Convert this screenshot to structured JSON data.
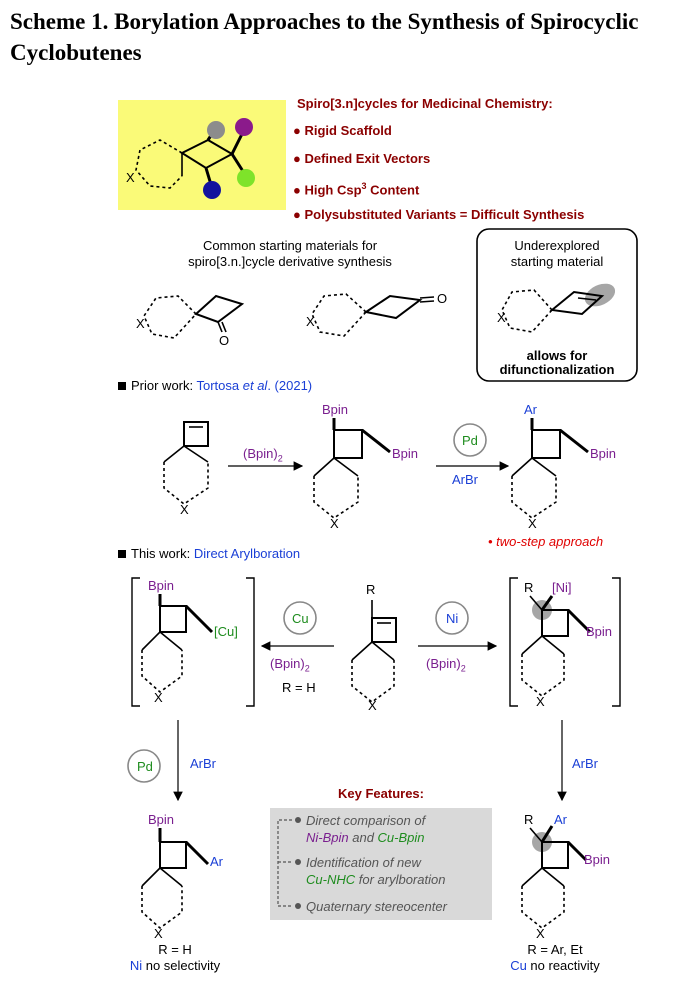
{
  "title": "Scheme 1. Borylation Approaches to the Synthesis of Spirocyclic Cyclobutenes",
  "header_box": {
    "heading": "Spiro[3.n]cycles for Medicinal Chemistry:",
    "bullets": [
      "Rigid Scaffold",
      "Defined Exit Vectors",
      "High Csp",
      "Content",
      "Polysubstituted Variants = Difficult Synthesis"
    ],
    "sup3": "3",
    "x_label": "X"
  },
  "starting": {
    "common_line1": "Common starting materials for",
    "common_line2": "spiro[3.n.]cycle derivative synthesis",
    "under_line1": "Underexplored",
    "under_line2": "starting material",
    "allows_line1": "allows for",
    "allows_line2": "difunctionalization",
    "o": "O",
    "x": "X"
  },
  "prior": {
    "prefix": "Prior work: ",
    "author": "Tortosa ",
    "etal": "et al",
    "year": ". (2021)",
    "reagent": "(Bpin)",
    "sub2": "2",
    "bpin": "Bpin",
    "pd": "Pd",
    "arbr": "ArBr",
    "ar": "Ar",
    "x": "X",
    "two_step": "• two-step approach"
  },
  "this_work": {
    "prefix": "This work: ",
    "label": "Direct Arylboration",
    "r": "R",
    "cu": "Cu",
    "ni": "Ni",
    "cu_bracket": "[Cu]",
    "ni_bracket": "[Ni]",
    "bpin": "Bpin",
    "reagent": "(Bpin)",
    "sub2": "2",
    "r_eq_h": "R = H",
    "pd": "Pd",
    "arbr": "ArBr",
    "ar": "Ar",
    "x": "X"
  },
  "key_features": {
    "heading": "Key Features:",
    "line1a": "Direct comparison of",
    "ni_bpin": "Ni-Bpin",
    "and": " and ",
    "cu_bpin": "Cu-Bpin",
    "line2a": "Identification of new",
    "cu_nhc": "Cu-NHC",
    "line2b": " for arylboration",
    "line3": "Quaternary stereocenter"
  },
  "outcomes": {
    "left_r": "R = H",
    "left_ni": "Ni",
    "left_note": " no selectivity",
    "right_r": "R = Ar, Et",
    "right_cu": "Cu",
    "right_note": " no reactivity"
  }
}
